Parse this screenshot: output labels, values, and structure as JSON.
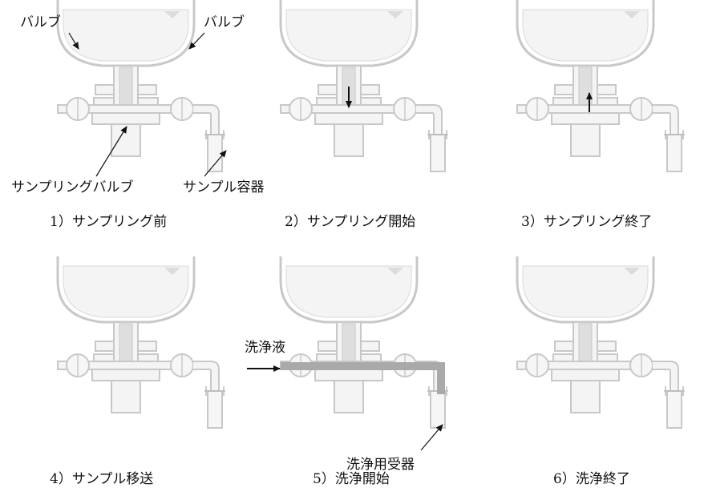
{
  "labels": {
    "valve_left": "バルブ",
    "valve_right": "バルブ",
    "sampling_valve": "サンプリングバルブ",
    "sample_container": "サンプル容器",
    "wash_liquid": "洗浄液",
    "wash_receiver": "洗浄用受器"
  },
  "captions": [
    "1）サンプリング前",
    "2）サンプリング開始",
    "3）サンプリング終了",
    "4）サンプル移送",
    "5）洗浄開始",
    "6）洗浄終了"
  ],
  "colors": {
    "outline": "#c8c8c8",
    "fill": "#f4f4f4",
    "inner": "#dedede",
    "wash_flow": "#a9a9a9",
    "arrow": "#111111"
  }
}
